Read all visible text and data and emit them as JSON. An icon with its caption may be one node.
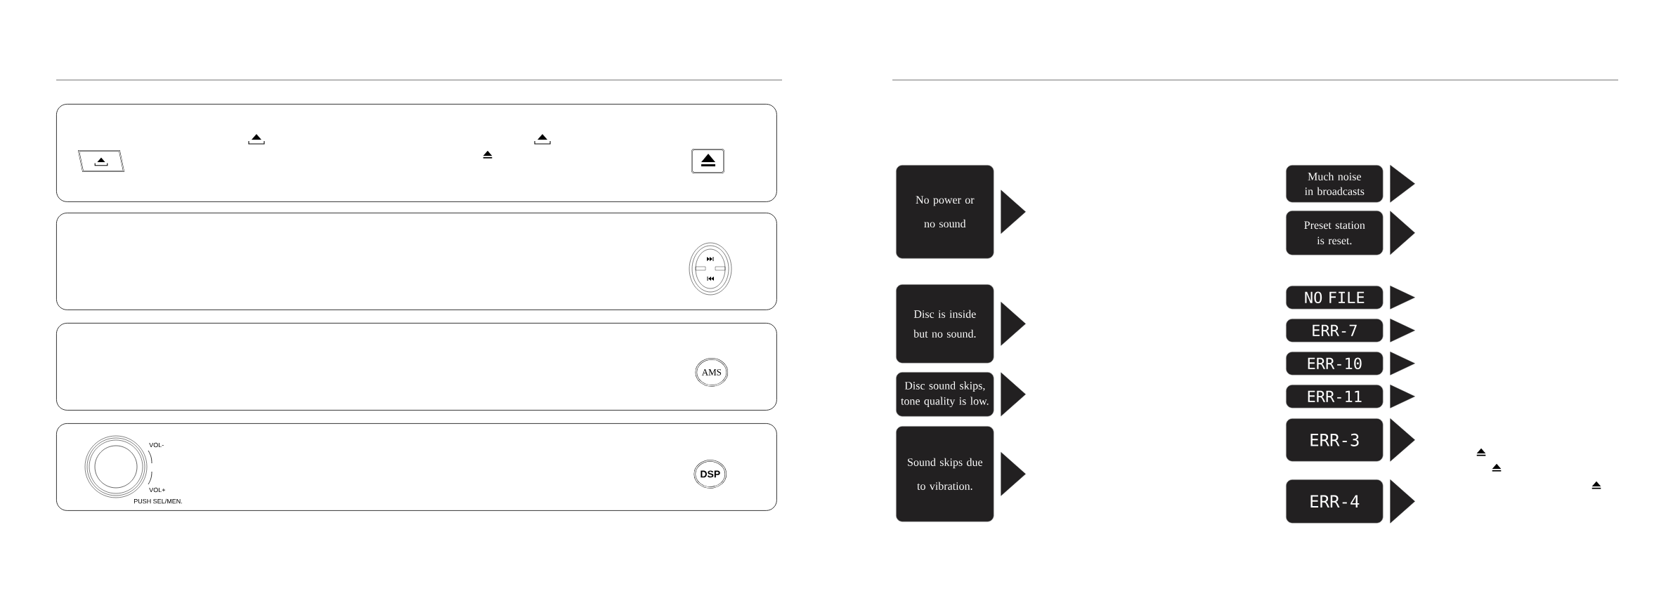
{
  "diagram": {
    "nodes": [
      {
        "text": [],
        "shape": "box"
      },
      {
        "text": [],
        "shape": "box"
      },
      {
        "text": [],
        "shape": "box"
      },
      {
        "text": [
          "AMS"
        ],
        "in": 2
      },
      {
        "text": [],
        "shape": "box"
      },
      {
        "text": [
          "DSP"
        ],
        "in": 4
      },
      {
        "text": [
          "No power or no sound"
        ]
      },
      {
        "text": [
          "Disc is inside but no sound."
        ]
      },
      {
        "text": [
          "Disc sound skips, tone quality is low."
        ]
      },
      {
        "text": [
          "Sound skips due to vibration."
        ]
      },
      {
        "text": [
          "Much noise in broadcasts"
        ]
      },
      {
        "text": [
          "Preset station is reset."
        ]
      },
      {
        "text": [
          "NO FILE"
        ]
      },
      {
        "text": [
          "ERR-7"
        ]
      },
      {
        "text": [
          "ERR-10"
        ]
      },
      {
        "text": [
          "ERR-11"
        ]
      },
      {
        "text": [
          "ERR-3"
        ]
      },
      {
        "text": [
          "ERR-4"
        ]
      }
    ],
    "edges": [
      {
        "from": 6,
        "to": null,
        "arrow": "to"
      },
      {
        "from": 7,
        "to": null,
        "arrow": "to"
      },
      {
        "from": 8,
        "to": null,
        "arrow": "to"
      },
      {
        "from": 9,
        "to": null,
        "arrow": "to"
      },
      {
        "from": 10,
        "to": null,
        "arrow": "to"
      },
      {
        "from": 11,
        "to": null,
        "arrow": "to"
      },
      {
        "from": 12,
        "to": null,
        "arrow": "to"
      },
      {
        "from": 13,
        "to": null,
        "arrow": "to"
      },
      {
        "from": 14,
        "to": null,
        "arrow": "to"
      },
      {
        "from": 15,
        "to": null,
        "arrow": "to"
      },
      {
        "from": 16,
        "to": null,
        "arrow": "to"
      },
      {
        "from": 17,
        "to": null,
        "arrow": "to"
      }
    ],
    "labels": [
      "VOL-",
      "VOL+",
      "PUSH SEL/MEN."
    ]
  }
}
